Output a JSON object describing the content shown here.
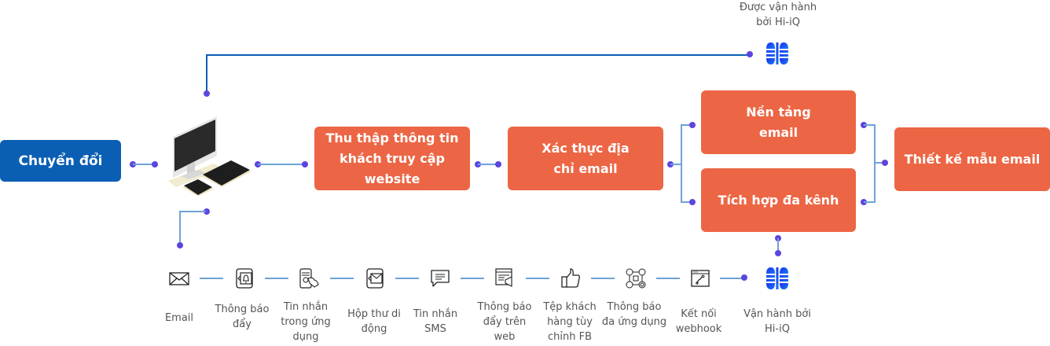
{
  "colors": {
    "orange": "#ec6645",
    "blue": "#0a5fb4",
    "connector": "#6fa2d6",
    "dot": "#5b45e0",
    "hiq": "#1a3cf0"
  },
  "top_caption": "Được vận hành bởi Hi-iQ",
  "top_caption_lines": [
    "Được vận hành",
    "bởi Hi-iQ"
  ],
  "start_button": "Chuyển đổi",
  "devices_icon": "computer-devices-icon",
  "flow": {
    "collect": "Thu thập thông tin khách truy cập website",
    "verify": "Xác thực địa chỉ email",
    "platform": "Nền tảng email",
    "integration": "Tích hợp đa kênh",
    "design": "Thiết kế mẫu email"
  },
  "channels": [
    {
      "icon": "envelope-icon",
      "label": "Email"
    },
    {
      "icon": "push-notification-icon",
      "label": "Thông báo đẩy"
    },
    {
      "icon": "in-app-message-icon",
      "label": "Tin nhắn trong ứng dụng"
    },
    {
      "icon": "mobile-inbox-icon",
      "label": "Hộp thư di động"
    },
    {
      "icon": "sms-icon",
      "label": "Tin nhắn SMS"
    },
    {
      "icon": "web-push-icon",
      "label": "Thông báo đẩy trên web"
    },
    {
      "icon": "thumbs-up-icon",
      "label": "Tệp khách hàng tùy chỉnh FB"
    },
    {
      "icon": "multi-app-icon",
      "label": "Thông báo đa ứng dụng"
    },
    {
      "icon": "webhook-icon",
      "label": "Kết nối webhook"
    }
  ],
  "bottom_caption": "Vận hành bởi Hi-iQ"
}
